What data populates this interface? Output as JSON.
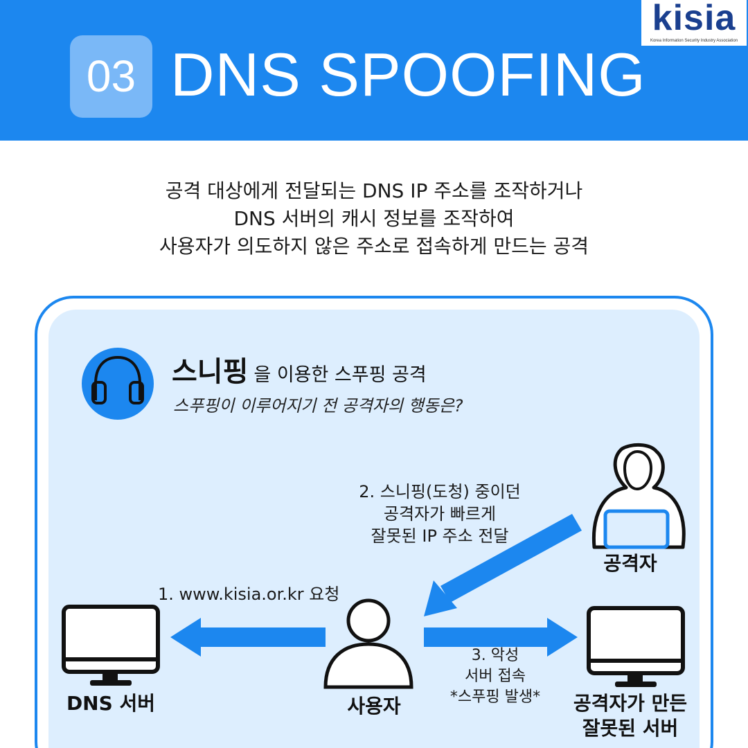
{
  "header": {
    "number": "03",
    "title": "DNS SPOOFING",
    "logo_word": "kisia",
    "logo_sub": "Korea Information Security Industry Association"
  },
  "intro": {
    "line1": "공격 대상에게 전달되는 DNS IP 주소를 조작하거나",
    "line2": "DNS 서버의 캐시 정보를 조작하여",
    "line3": "사용자가 의도하지 않은 주소로 접속하게 만드는 공격"
  },
  "section": {
    "title_bold": "스니핑",
    "title_rest": "을 이용한 스푸핑 공격",
    "question": "스푸핑이 이루어지기 전 공격자의 행동은?"
  },
  "diagram": {
    "step1": "1. www.kisia.or.kr 요청",
    "step2": [
      "2. 스니핑(도청) 중이던",
      "공격자가 빠르게",
      "잘못된 IP 주소 전달"
    ],
    "step3": [
      "3. 악성",
      "서버 접속",
      "*스푸핑 발생*"
    ],
    "labels": {
      "dns_server": "DNS 서버",
      "user": "사용자",
      "attacker": "공격자",
      "fake_server": [
        "공격자가 만든",
        "잘못된 서버"
      ]
    }
  },
  "colors": {
    "brand_blue": "#1c87ef",
    "light_blue": "#7ab8f7",
    "panel_bg": "#ddeefe",
    "logo_navy": "#1a3f8f"
  },
  "icons": [
    "headphones-icon",
    "hacker-icon",
    "user-icon",
    "monitor-icon",
    "arrow-icon"
  ]
}
